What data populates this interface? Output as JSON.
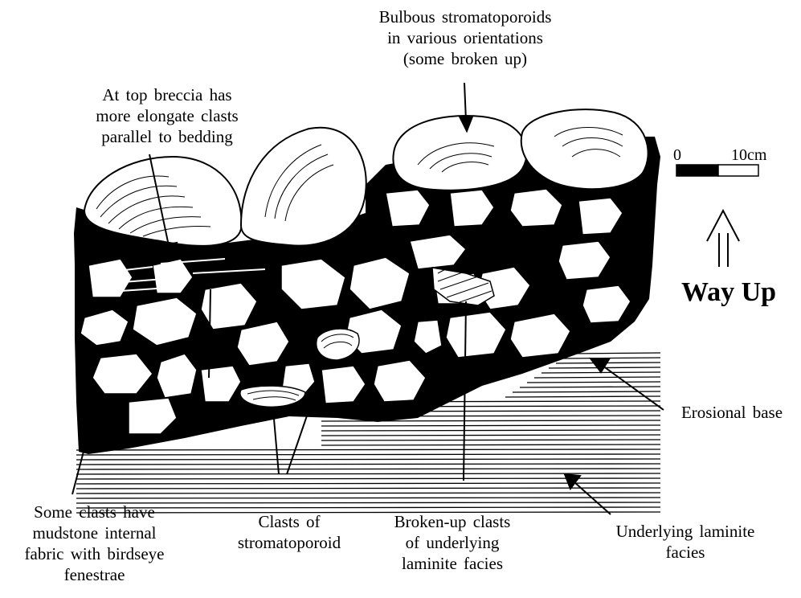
{
  "labels": {
    "bulbous": [
      "Bulbous   stromatoporoids",
      "in various orientations",
      "(some broken up)"
    ],
    "top_breccia": [
      "At top breccia has",
      "more elongate clasts",
      "parallel to bedding"
    ],
    "some_clasts": [
      "Some clasts have",
      "mudstone internal",
      "fabric with birdseye",
      "fenestrae"
    ],
    "clasts_strom": [
      "Clasts of",
      "stromatoporoid"
    ],
    "broken_up": [
      "Broken-up clasts",
      "of underlying",
      "laminite   facies"
    ],
    "underlying": [
      "Underlying   laminite",
      "facies"
    ],
    "erosional": [
      "Erosional   base"
    ]
  },
  "way_up": "Way Up",
  "scale": {
    "min_label": "0",
    "max_label": "10cm"
  }
}
